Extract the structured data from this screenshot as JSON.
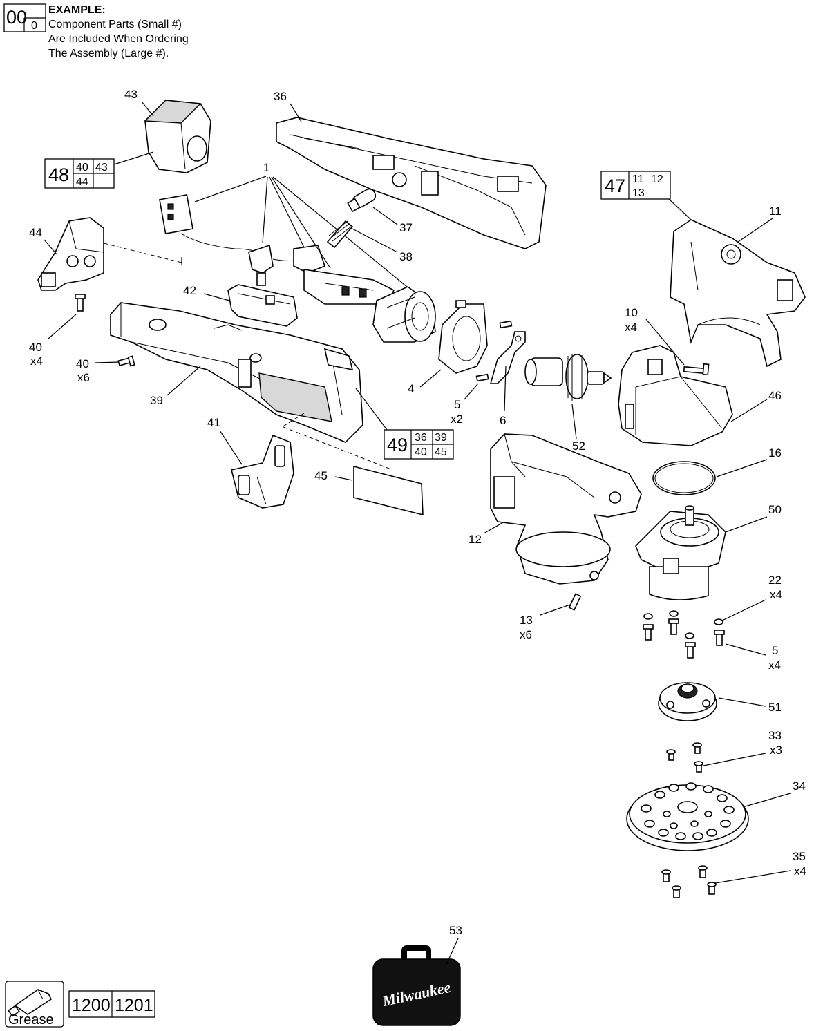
{
  "example": {
    "big_num": "00",
    "small_num": "0",
    "title": "EXAMPLE:",
    "lines": [
      "Component Parts (Small #)",
      "Are Included When Ordering",
      "The Assembly (Large #)."
    ]
  },
  "callouts": {
    "c1": "1",
    "c4": "4",
    "c5a": "5",
    "c5a_qty": "x2",
    "c6": "6",
    "c10": "10",
    "c10_qty": "x4",
    "c11": "11",
    "c12": "12",
    "c13": "13",
    "c13_qty": "x6",
    "c16": "16",
    "c22": "22",
    "c22_qty": "x4",
    "c5b": "5",
    "c5b_qty": "x4",
    "c33": "33",
    "c33_qty": "x3",
    "c34": "34",
    "c35": "35",
    "c35_qty": "x4",
    "c36": "36",
    "c37": "37",
    "c38": "38",
    "c39": "39",
    "c40a": "40",
    "c40a_qty": "x4",
    "c40b": "40",
    "c40b_qty": "x6",
    "c41": "41",
    "c42": "42",
    "c43": "43",
    "c44": "44",
    "c45": "45",
    "c46": "46",
    "c50": "50",
    "c51": "51",
    "c52": "52",
    "c53": "53"
  },
  "assemblies": {
    "a48": {
      "num": "48",
      "parts": [
        "40",
        "43",
        "44",
        ""
      ]
    },
    "a47": {
      "num": "47",
      "parts": [
        "11",
        "12",
        "13"
      ]
    },
    "a49": {
      "num": "49",
      "parts": [
        "36",
        "39",
        "40",
        "45"
      ]
    }
  },
  "grease": {
    "label": "Grease",
    "codes": [
      "1200",
      "1201"
    ]
  },
  "brand": "Milwaukee"
}
